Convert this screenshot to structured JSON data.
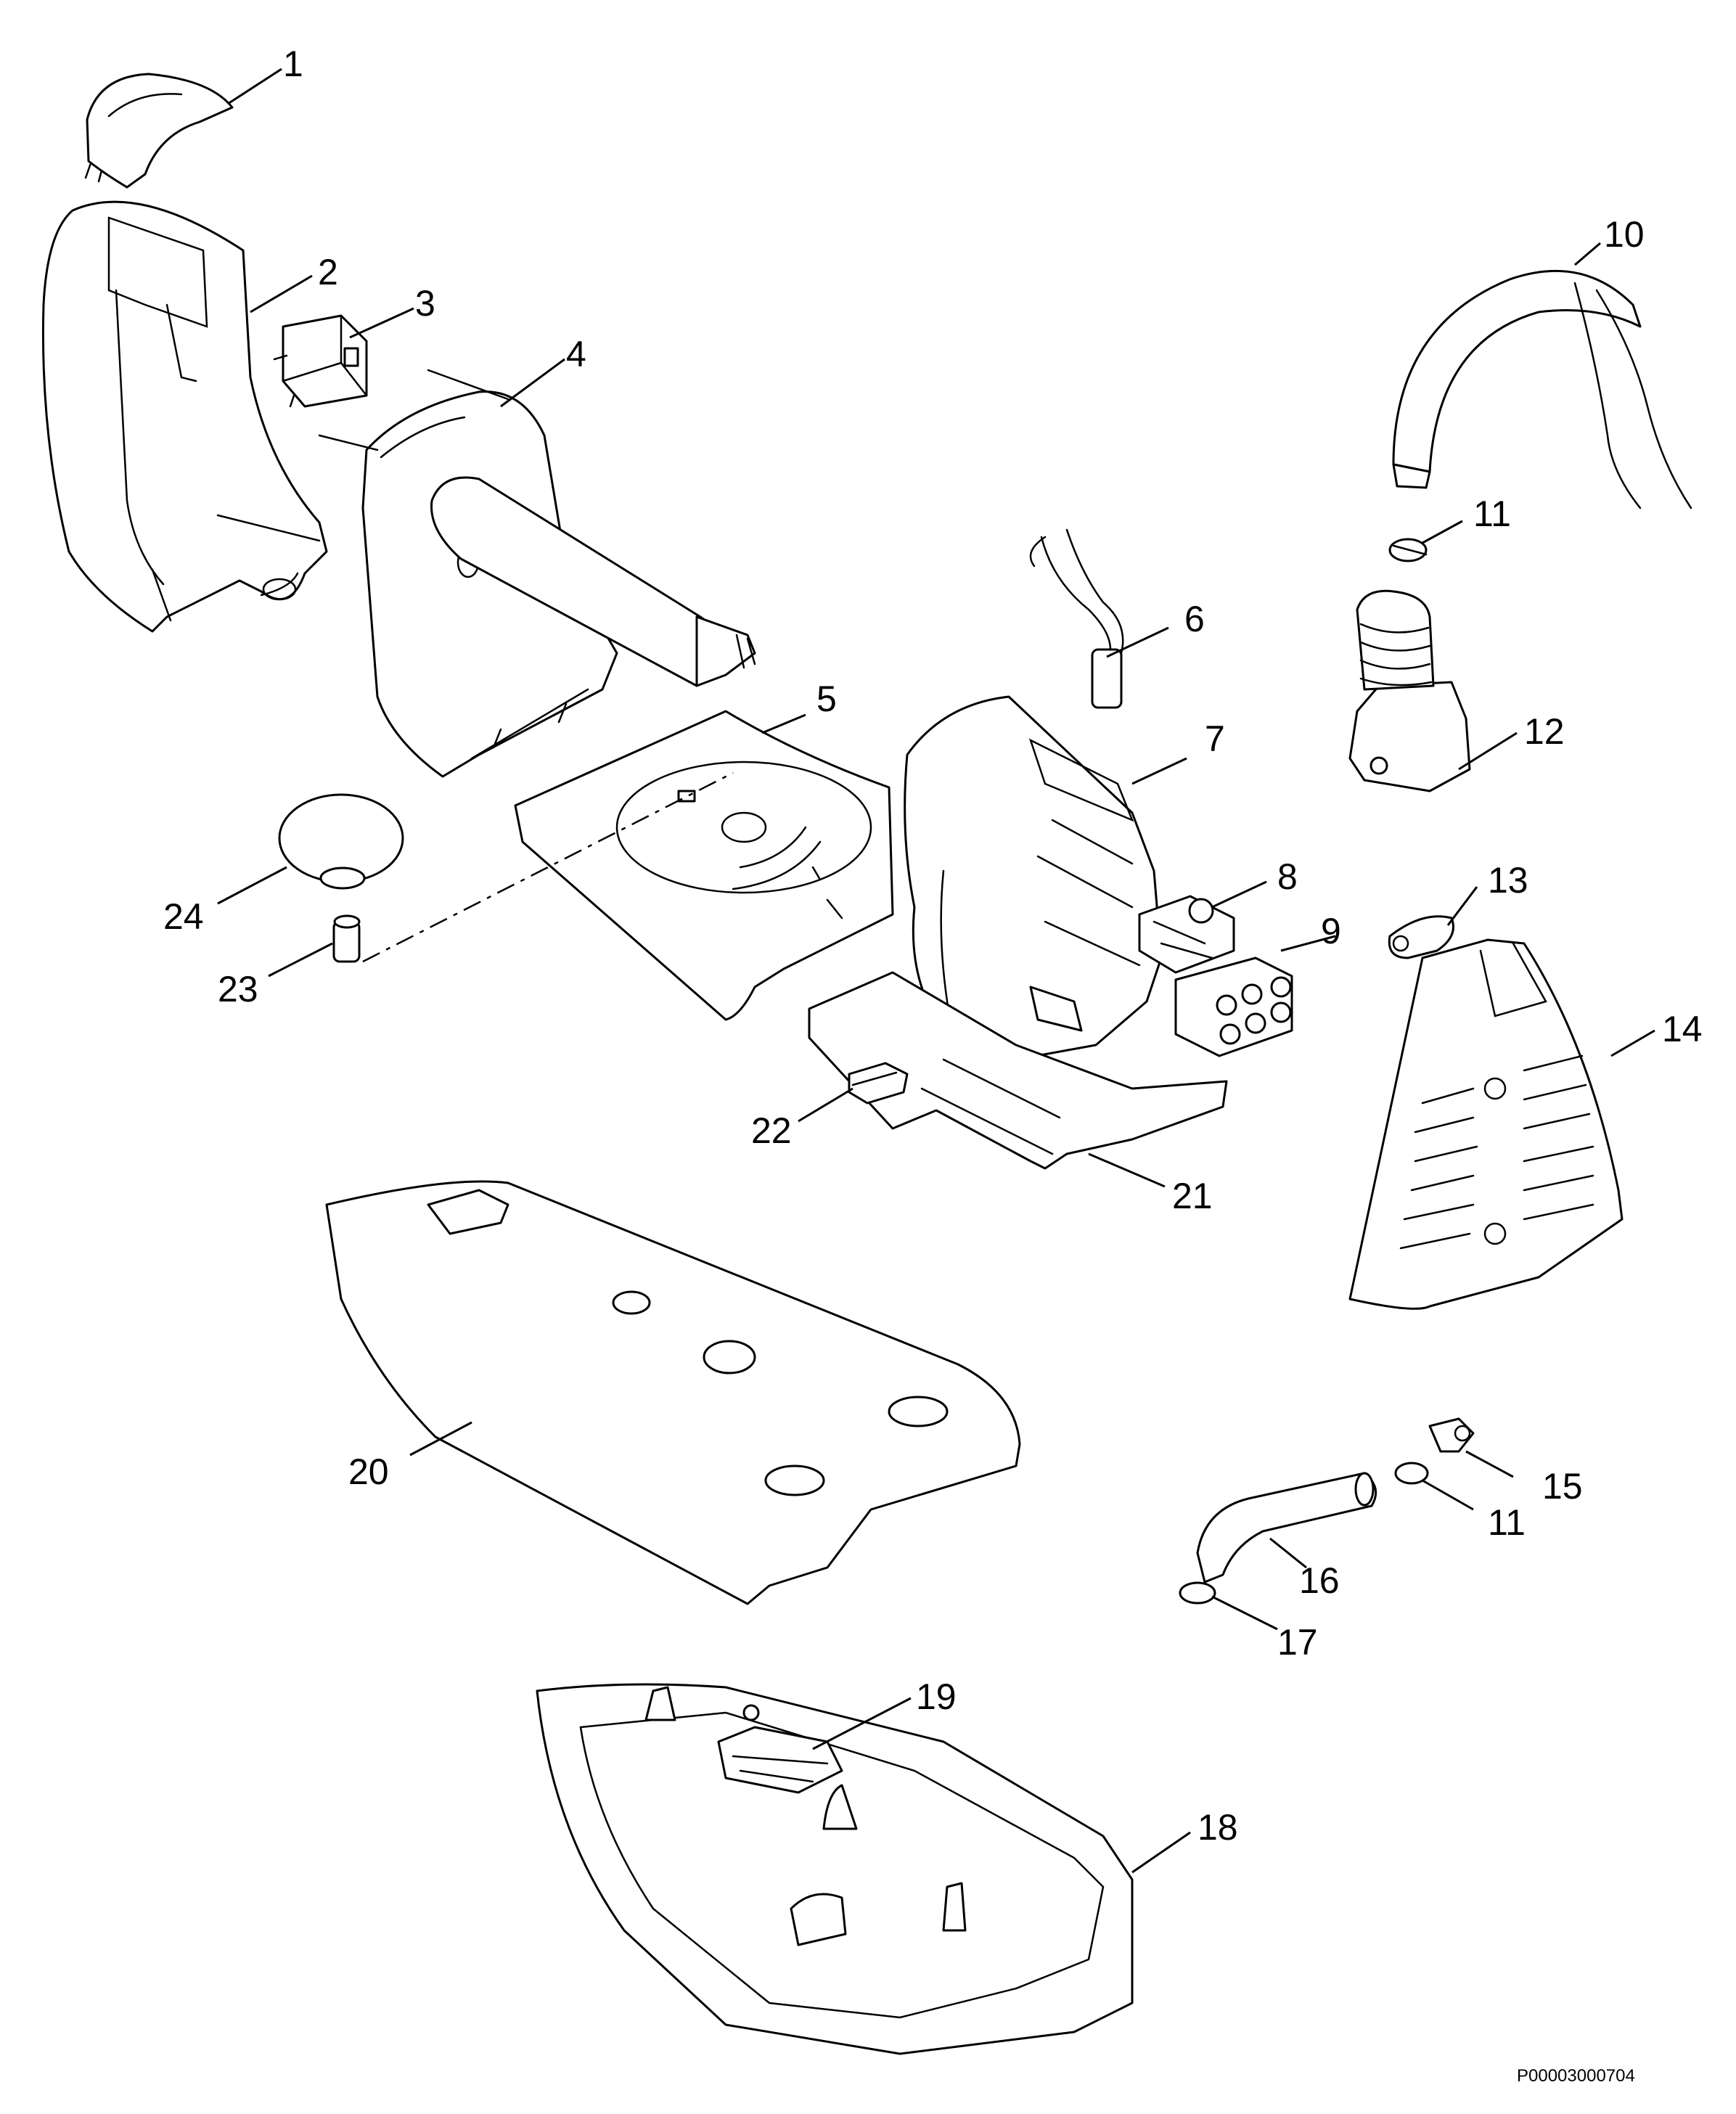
{
  "diagram": {
    "document_code": "P00003000704",
    "callouts": [
      {
        "id": "1",
        "label": "1"
      },
      {
        "id": "2",
        "label": "2"
      },
      {
        "id": "3",
        "label": "3"
      },
      {
        "id": "4",
        "label": "4"
      },
      {
        "id": "5",
        "label": "5"
      },
      {
        "id": "6",
        "label": "6"
      },
      {
        "id": "7",
        "label": "7"
      },
      {
        "id": "8",
        "label": "8"
      },
      {
        "id": "9",
        "label": "9"
      },
      {
        "id": "10",
        "label": "10"
      },
      {
        "id": "11a",
        "label": "11"
      },
      {
        "id": "12",
        "label": "12"
      },
      {
        "id": "13",
        "label": "13"
      },
      {
        "id": "14",
        "label": "14"
      },
      {
        "id": "15",
        "label": "15"
      },
      {
        "id": "11b",
        "label": "11"
      },
      {
        "id": "16",
        "label": "16"
      },
      {
        "id": "17",
        "label": "17"
      },
      {
        "id": "18",
        "label": "18"
      },
      {
        "id": "19",
        "label": "19"
      },
      {
        "id": "20",
        "label": "20"
      },
      {
        "id": "21",
        "label": "21"
      },
      {
        "id": "22",
        "label": "22"
      },
      {
        "id": "23",
        "label": "23"
      },
      {
        "id": "24",
        "label": "24"
      }
    ]
  }
}
